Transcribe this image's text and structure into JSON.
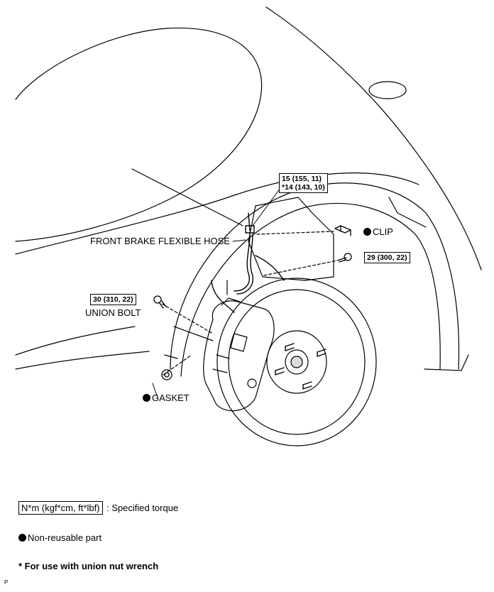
{
  "callouts": {
    "torque_15": "15 (155, 11)",
    "torque_14": "*14 (143, 10)",
    "hose": "FRONT BRAKE FLEXIBLE HOSE",
    "clip": "CLIP",
    "torque_29": "29 (300, 22)",
    "torque_30": "30 (310, 22)",
    "union_bolt": "UNION BOLT",
    "gasket": "GASKET"
  },
  "legend": {
    "torque_box": "N*m (kgf*cm, ft*lbf)",
    "torque_text": ": Specified torque",
    "nonreusable": "Non-reusable part",
    "note": "* For use with union nut wrench"
  },
  "footer": {
    "code": "P"
  }
}
